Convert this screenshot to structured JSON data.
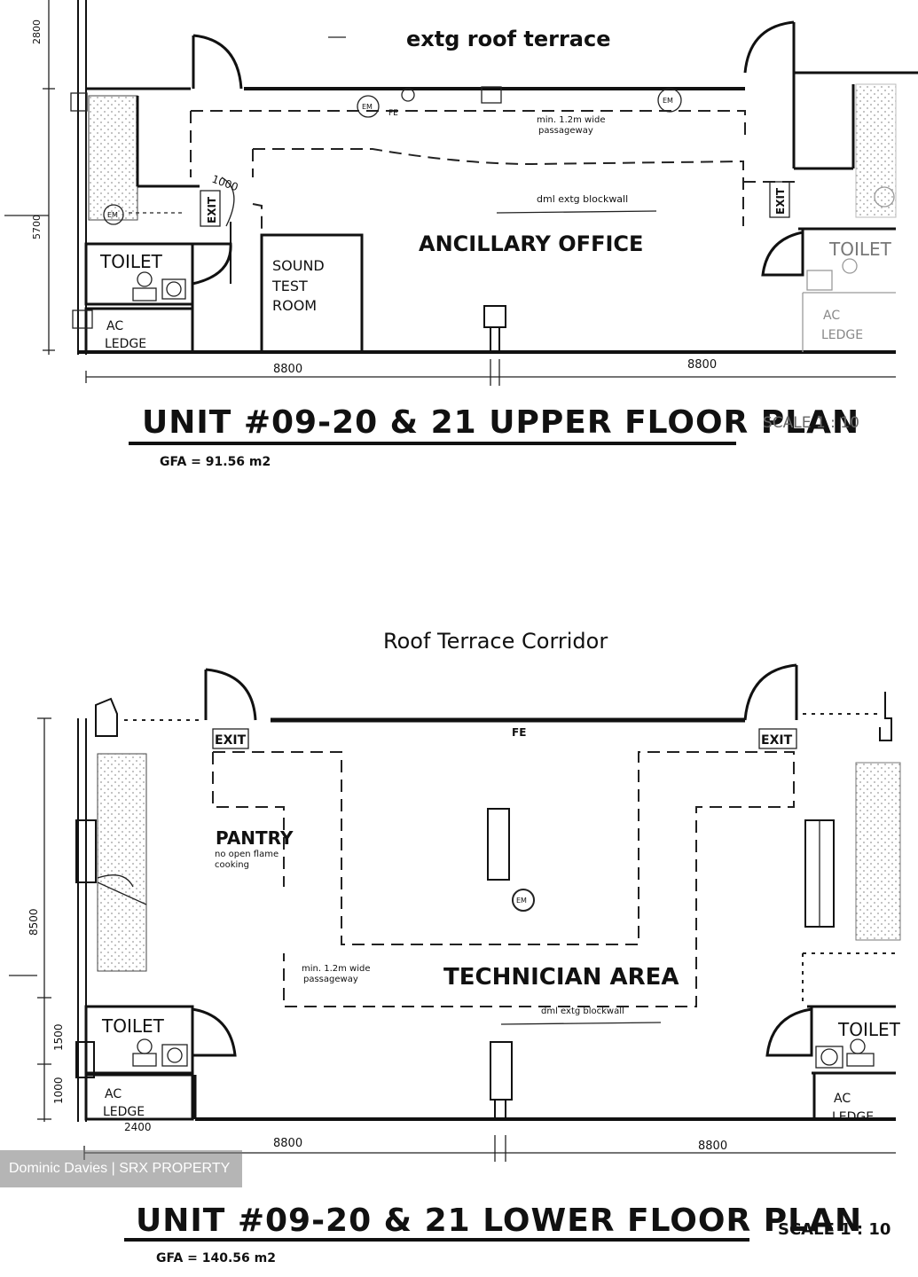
{
  "upper": {
    "terrace_label": "extg roof terrace",
    "room_main": "ANCILLARY OFFICE",
    "room_sound": [
      "SOUND",
      "TEST",
      "ROOM"
    ],
    "toilet_left": "TOILET",
    "toilet_right": "TOILET",
    "ac_left": [
      "AC",
      "LEDGE"
    ],
    "ac_right": [
      "AC",
      "LEDGE"
    ],
    "exit_left": "EXIT",
    "exit_right": "EXIT",
    "em": "EM",
    "fe": "FE",
    "note_passage": [
      "min. 1.2m wide",
      "passageway"
    ],
    "note_blockwall": "dml extg blockwall",
    "door_dim": "1000",
    "dim_left_top": "2800",
    "dim_left_mid": "5700",
    "dim_bottom_a": "8800",
    "dim_bottom_b": "8800",
    "plan_title": "UNIT #09-20 & 21 UPPER FLOOR PLAN",
    "scale": "SCALE 1 : 10",
    "gfa": "GFA = 91.56 m2"
  },
  "lower": {
    "corridor_label": "Roof Terrace Corridor",
    "room_main": "TECHNICIAN AREA",
    "pantry": "PANTRY",
    "pantry_note": [
      "no open flame",
      "cooking"
    ],
    "toilet_left": "TOILET",
    "toilet_right": "TOILET",
    "ac_left": [
      "AC",
      "LEDGE"
    ],
    "ac_right": [
      "AC",
      "LEDGE"
    ],
    "exit_left": "EXIT",
    "exit_right": "EXIT",
    "em": "EM",
    "fe": "FE",
    "note_passage": [
      "min. 1.2m wide",
      "passageway"
    ],
    "note_blockwall": "dml extg blockwall",
    "dim_left_a": "8500",
    "dim_left_b": "1500",
    "dim_left_c": "1000",
    "dim_ledge": "2400",
    "dim_bottom_a": "8800",
    "dim_bottom_b": "8800",
    "plan_title": "UNIT #09-20 & 21 LOWER FLOOR PLAN",
    "scale": "SCALE 1 : 10",
    "gfa": "GFA = 140.56 m2"
  },
  "watermark": "Dominic Davies | SRX PROPERTY"
}
